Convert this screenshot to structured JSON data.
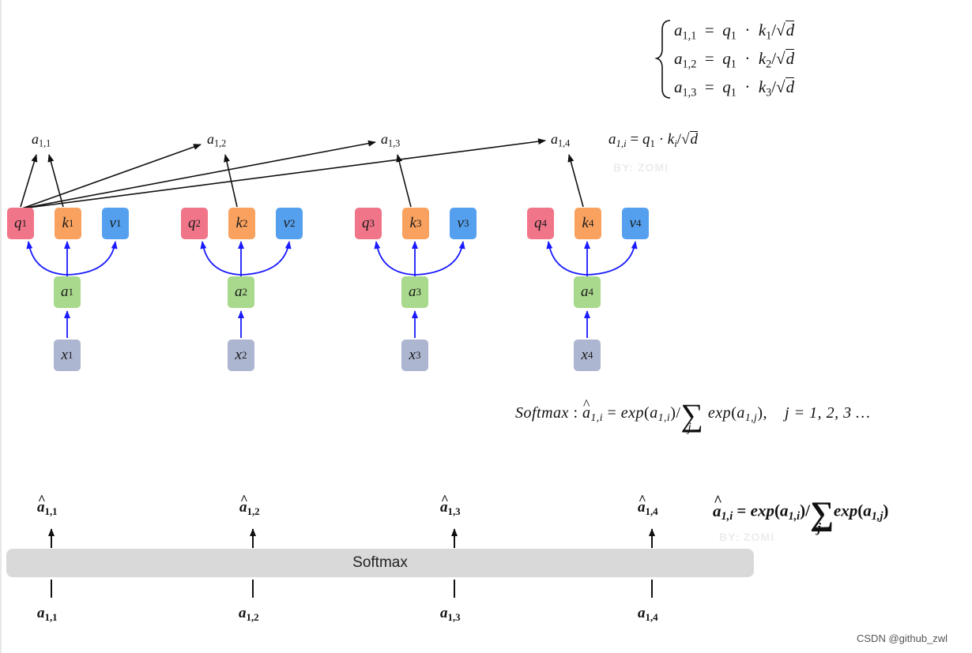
{
  "system_formula": {
    "lines": [
      {
        "lhs": "a",
        "lhs_sub": "1,1",
        "q": "q",
        "q_sub": "1",
        "k": "k",
        "k_sub": "1",
        "d": "d"
      },
      {
        "lhs": "a",
        "lhs_sub": "1,2",
        "q": "q",
        "q_sub": "1",
        "k": "k",
        "k_sub": "2",
        "d": "d"
      },
      {
        "lhs": "a",
        "lhs_sub": "1,3",
        "q": "q",
        "q_sub": "1",
        "k": "k",
        "k_sub": "3",
        "d": "d"
      }
    ]
  },
  "attention_scores": [
    "1,1",
    "1,2",
    "1,3",
    "1,4"
  ],
  "general_formula": {
    "lhs_sub": "1,i",
    "k_sub": "i"
  },
  "watermark": "BY: ZOMI",
  "groups": [
    {
      "q": "1",
      "k": "1",
      "v": "1",
      "a": "1",
      "x": "1"
    },
    {
      "q": "2",
      "k": "2",
      "v": "2",
      "a": "2",
      "x": "2"
    },
    {
      "q": "3",
      "k": "3",
      "v": "3",
      "a": "3",
      "x": "3"
    },
    {
      "q": "4",
      "k": "4",
      "v": "4",
      "a": "4",
      "x": "4"
    }
  ],
  "softmax_formula": {
    "name": "Softmax",
    "sub_i": "1,i",
    "sub_j": "1,j",
    "idx": "j",
    "range": "j = 1, 2, 3 …"
  },
  "softmax_bar_label": "Softmax",
  "softmax_outputs": [
    "1,1",
    "1,2",
    "1,3",
    "1,4"
  ],
  "softmax_inputs": [
    "1,1",
    "1,2",
    "1,3",
    "1,4"
  ],
  "bottom_formula": {
    "sub_i": "1,i",
    "sub_j": "1,j",
    "idx": "j"
  },
  "credit": "CSDN @github_zwl",
  "colors": {
    "q": "#f07589",
    "k": "#f9a15f",
    "v": "#55a0ee",
    "a": "#a9d98c",
    "x": "#adb6d0",
    "arrow_blue": "#1a1aff",
    "bar": "#d9d9d9"
  }
}
